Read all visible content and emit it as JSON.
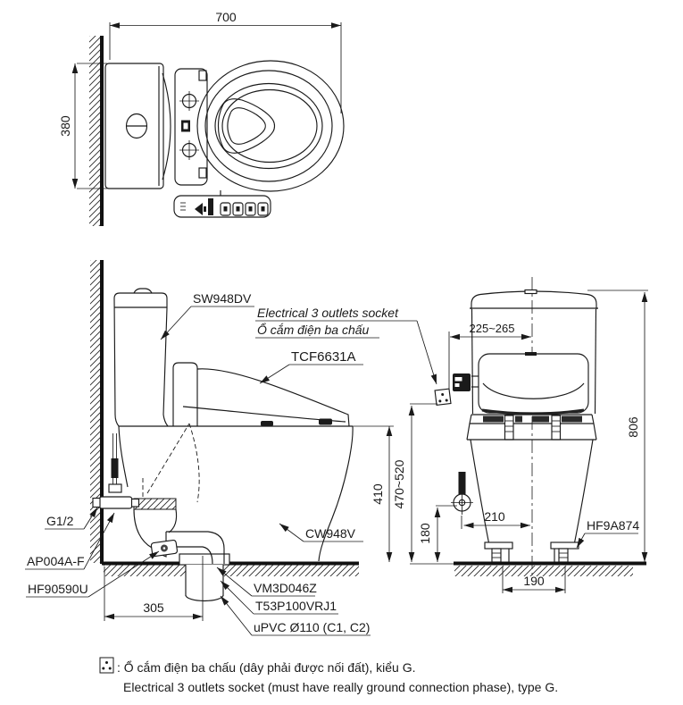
{
  "title": "Toilet installation technical drawing",
  "colors": {
    "ink": "#1a1a1a",
    "paper": "#ffffff"
  },
  "top_view": {
    "width": "700",
    "depth": "380"
  },
  "side_view": {
    "tank_label": "SW948DV",
    "washlet_label": "TCF6631A",
    "bowl_label": "CW948V",
    "supply_label": "G1/2",
    "stop_valve_label": "AP004A-F",
    "fixing_label": "HF90590U",
    "flange_label": "VM3D046Z",
    "joint_label": "T53P100VRJ1",
    "pipe_label": "uPVC Ø110 (C1, C2)",
    "seat_height": "410",
    "drain_setback": "305",
    "socket_label_en": "Electrical 3 outlets socket",
    "socket_label_vi": "Ổ cắm điện ba chấu"
  },
  "front_view": {
    "socket_offset": "225~265",
    "total_height": "806",
    "socket_height": "470~520",
    "valve_height": "180",
    "valve_offset": "210",
    "bolt_pitch": "190",
    "bolt_label": "HF9A874"
  },
  "footnote": {
    "vi": ": Ổ cắm điện ba chấu (dây phải được nối đất), kiểu G.",
    "en": "Electrical 3 outlets socket (must have really ground connection phase), type G."
  }
}
